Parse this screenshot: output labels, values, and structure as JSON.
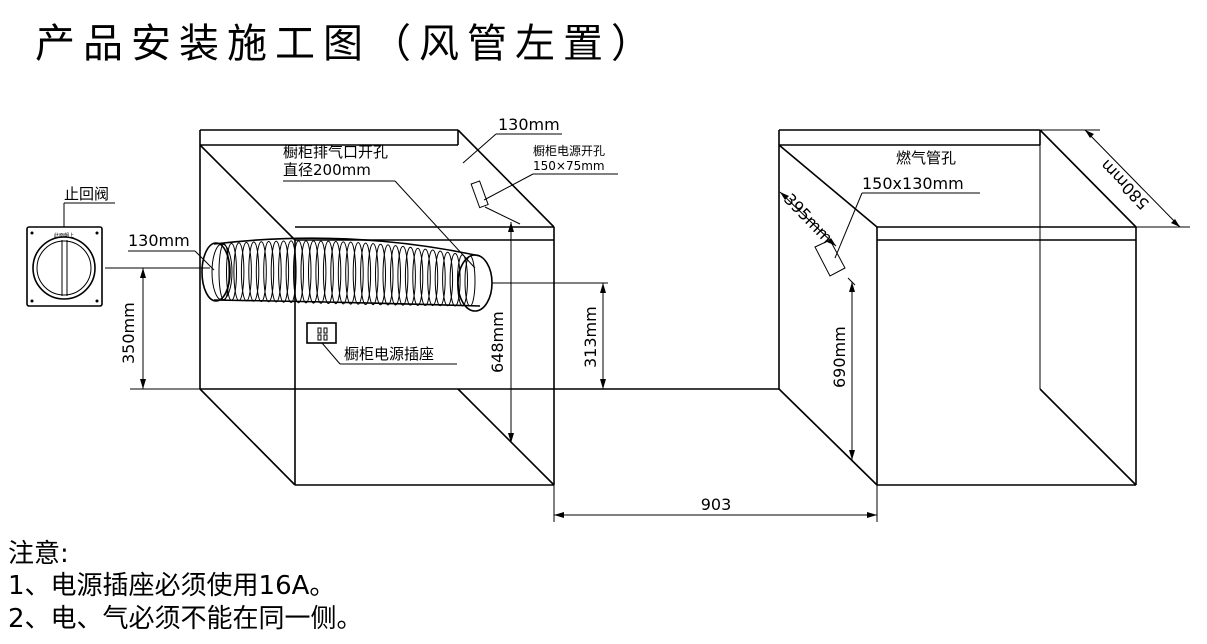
{
  "title": "产品安装施工图（风管左置）",
  "labels": {
    "check_valve": "止回阀",
    "check_valve_face": "此面朝上",
    "exhaust_hole_line1": "橱柜排气口开孔",
    "exhaust_hole_line2": "直径200mm",
    "power_hole_line1": "橱柜电源开孔",
    "power_hole_line2": "150×75mm",
    "power_socket": "橱柜电源插座",
    "gas_hole_line1": "燃气管孔",
    "gas_hole_line2": "150x130mm"
  },
  "dimensions": {
    "top_offset": "130mm",
    "duct_offset": "130mm",
    "valve_height": "350mm",
    "cabinet_height_left": "648mm",
    "duct_height": "313mm",
    "cabinet_height_right": "690mm",
    "side_depth": "395mm",
    "cabinet_depth": "580mm",
    "gap_width": "903"
  },
  "notes": {
    "heading": "注意:",
    "items": [
      "1、电源插座必须使用16A。",
      "2、电、气必须不能在同一侧。"
    ]
  }
}
